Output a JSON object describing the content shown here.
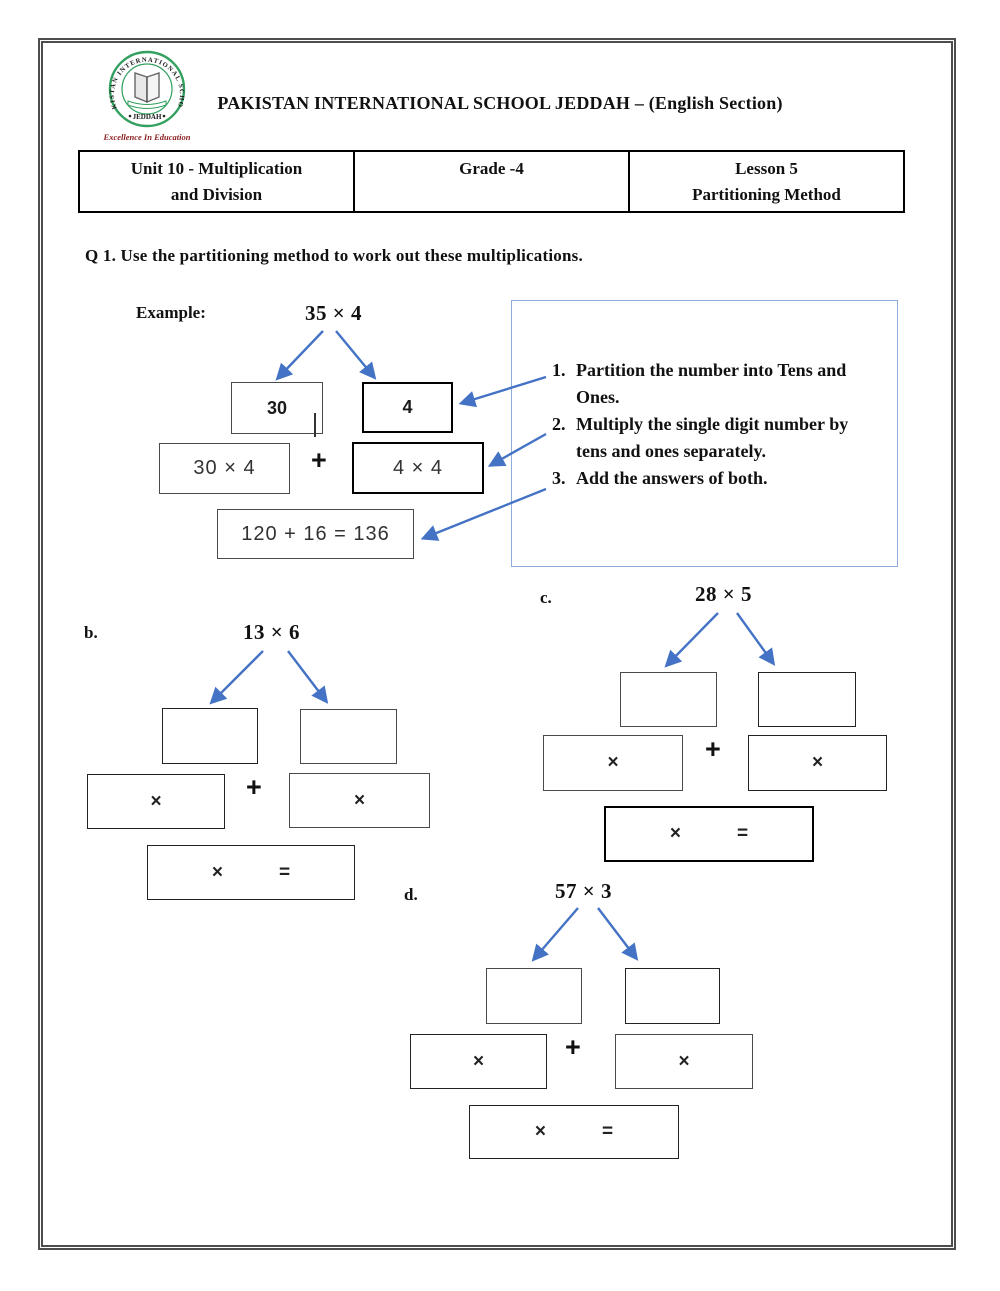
{
  "header": {
    "title": "PAKISTAN INTERNATIONAL SCHOOL JEDDAH – (English Section)",
    "logo": {
      "arc_text": "PAKISTAN INTERNATIONAL SCHOOL",
      "city": "JEDDAH",
      "tagline": "Excellence In Education"
    }
  },
  "info_table": {
    "unit_line1": "Unit 10 - Multiplication",
    "unit_line2": "and Division",
    "grade": "Grade -4",
    "lesson_line1": "Lesson 5",
    "lesson_line2": "Partitioning Method"
  },
  "question": "Q 1. Use the partitioning method to work out these multiplications.",
  "example": {
    "label": "Example:",
    "expression": "35 × 4",
    "tens_value": "30",
    "ones_value": "4",
    "tens_product": "30 × 4",
    "ones_product": "4 × 4",
    "result": "120 + 16 = 136"
  },
  "instructions": {
    "items": [
      {
        "num": "1.",
        "text": "Partition the number into Tens and Ones."
      },
      {
        "num": "2.",
        "text": "Multiply the single digit number by tens and ones separately."
      },
      {
        "num": "3.",
        "text": "Add the answers of both."
      }
    ]
  },
  "problems": [
    {
      "label": "b.",
      "expression": "13 × 6"
    },
    {
      "label": "c.",
      "expression": "28 × 5"
    },
    {
      "label": "d.",
      "expression": "57 × 3"
    }
  ],
  "symbols": {
    "multiply": "×",
    "plus": "+",
    "equals": "="
  },
  "colors": {
    "arrow_blue": "#4472C4",
    "instruction_box_border": "#8FAADC",
    "logo_green": "#33A05F",
    "tagline_red": "#8B2020"
  }
}
